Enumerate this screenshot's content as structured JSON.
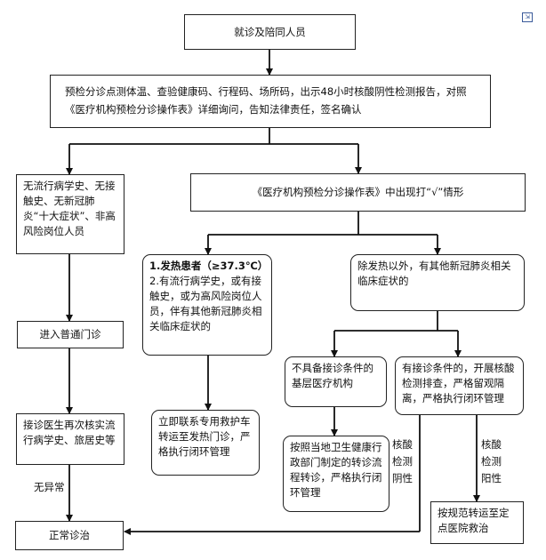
{
  "top": {
    "label": "就诊及陪同人员"
  },
  "screening": {
    "text": "预检分诊点测体温、查验健康码、行程码、场所码，出示48小时核酸阴性检测报告，对照《医疗机构预检分诊操作表》详细询问，告知法律责任，签名确认"
  },
  "no_risk": {
    "text": "无流行病学史、无接触史、无新冠肺炎“十大症状”、非高风险岗位人员"
  },
  "checked": {
    "text": "《医疗机构预检分诊操作表》中出现打“√”情形"
  },
  "fever_case": {
    "line1": "1.发热患者（≥37.3℃）",
    "line2": "2.有流行病学史，或有接触史，或为高风险岗位人员，伴有其他新冠肺炎相关临床症状的"
  },
  "other_symptoms": {
    "text": "除发热以外，有其他新冠肺炎相关临床症状的"
  },
  "general_clinic": {
    "text": "进入普通门诊"
  },
  "transfer_fever": {
    "text": "立即联系专用救护车转运至发热门诊，严格执行闭环管理"
  },
  "no_condition": {
    "text": "不具备接诊条件的基层医疗机构"
  },
  "has_condition": {
    "text": "有接诊条件的，开展核酸检测排查，严格留观隔离，严格执行闭环管理"
  },
  "doctor_check": {
    "text": "接诊医生再次核实流行病学史、旅居史等"
  },
  "local_transfer": {
    "text": "按照当地卫生健康行政部门制定的转诊流程转诊，严格执行闭环管理"
  },
  "normal_label": {
    "text": "无异常"
  },
  "negative_label": {
    "text": "核酸检测阴性"
  },
  "positive_label": {
    "text": "核酸检测阳性"
  },
  "normal_treatment": {
    "text": "正常诊治"
  },
  "designated": {
    "text": "按规范转运至定点医院救治"
  },
  "icon": {
    "name": "external-link-icon"
  }
}
